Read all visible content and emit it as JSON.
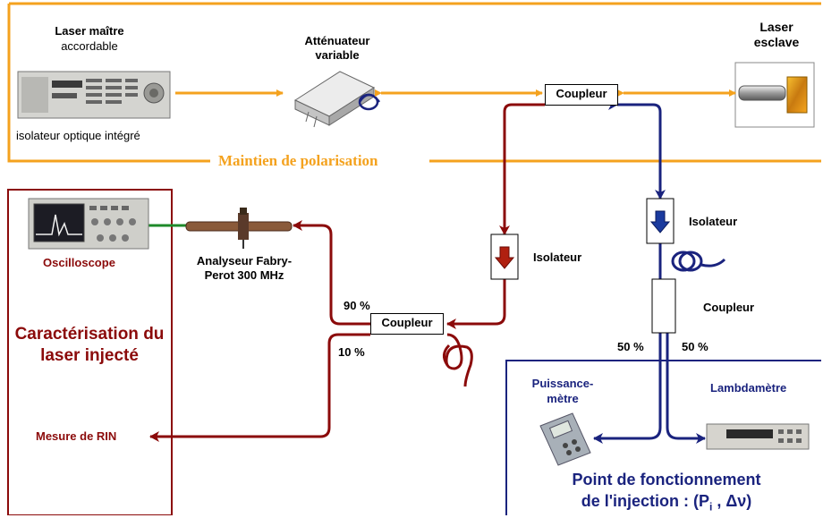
{
  "colors": {
    "orange": "#f4a21e",
    "dark_red": "#8b0a0a",
    "navy": "#1a237e",
    "green": "#1e8a2a"
  },
  "labels": {
    "laser_master_title": "Laser maître",
    "laser_master_sub": "accordable",
    "isolator_integrated": "isolateur optique intégré",
    "attenuator": "Atténuateur variable",
    "slave_laser": "Laser esclave",
    "polarization": "Maintien de polarisation",
    "coupler_top": "Coupleur",
    "isolator_left": "Isolateur",
    "isolator_right": "Isolateur",
    "coupler_middle": "Coupleur",
    "coupler_right": "Coupleur",
    "oscilloscope": "Oscilloscope",
    "fabry_perot": "Analyseur Fabry-Perot 300 MHz",
    "characterisation": "Caractérisation du laser injecté",
    "rin": "Mesure de RIN",
    "pct_90": "90 %",
    "pct_10": "10 %",
    "pct_50_left": "50 %",
    "pct_50_right": "50 %",
    "powermeter": "Puissance-mètre",
    "lambdameter": "Lambdamètre",
    "operating_point_line1": "Point de fonctionnement",
    "operating_point_line2": "de l'injection : (P",
    "operating_point_sub": "i",
    "operating_point_end": " , Δν)"
  }
}
